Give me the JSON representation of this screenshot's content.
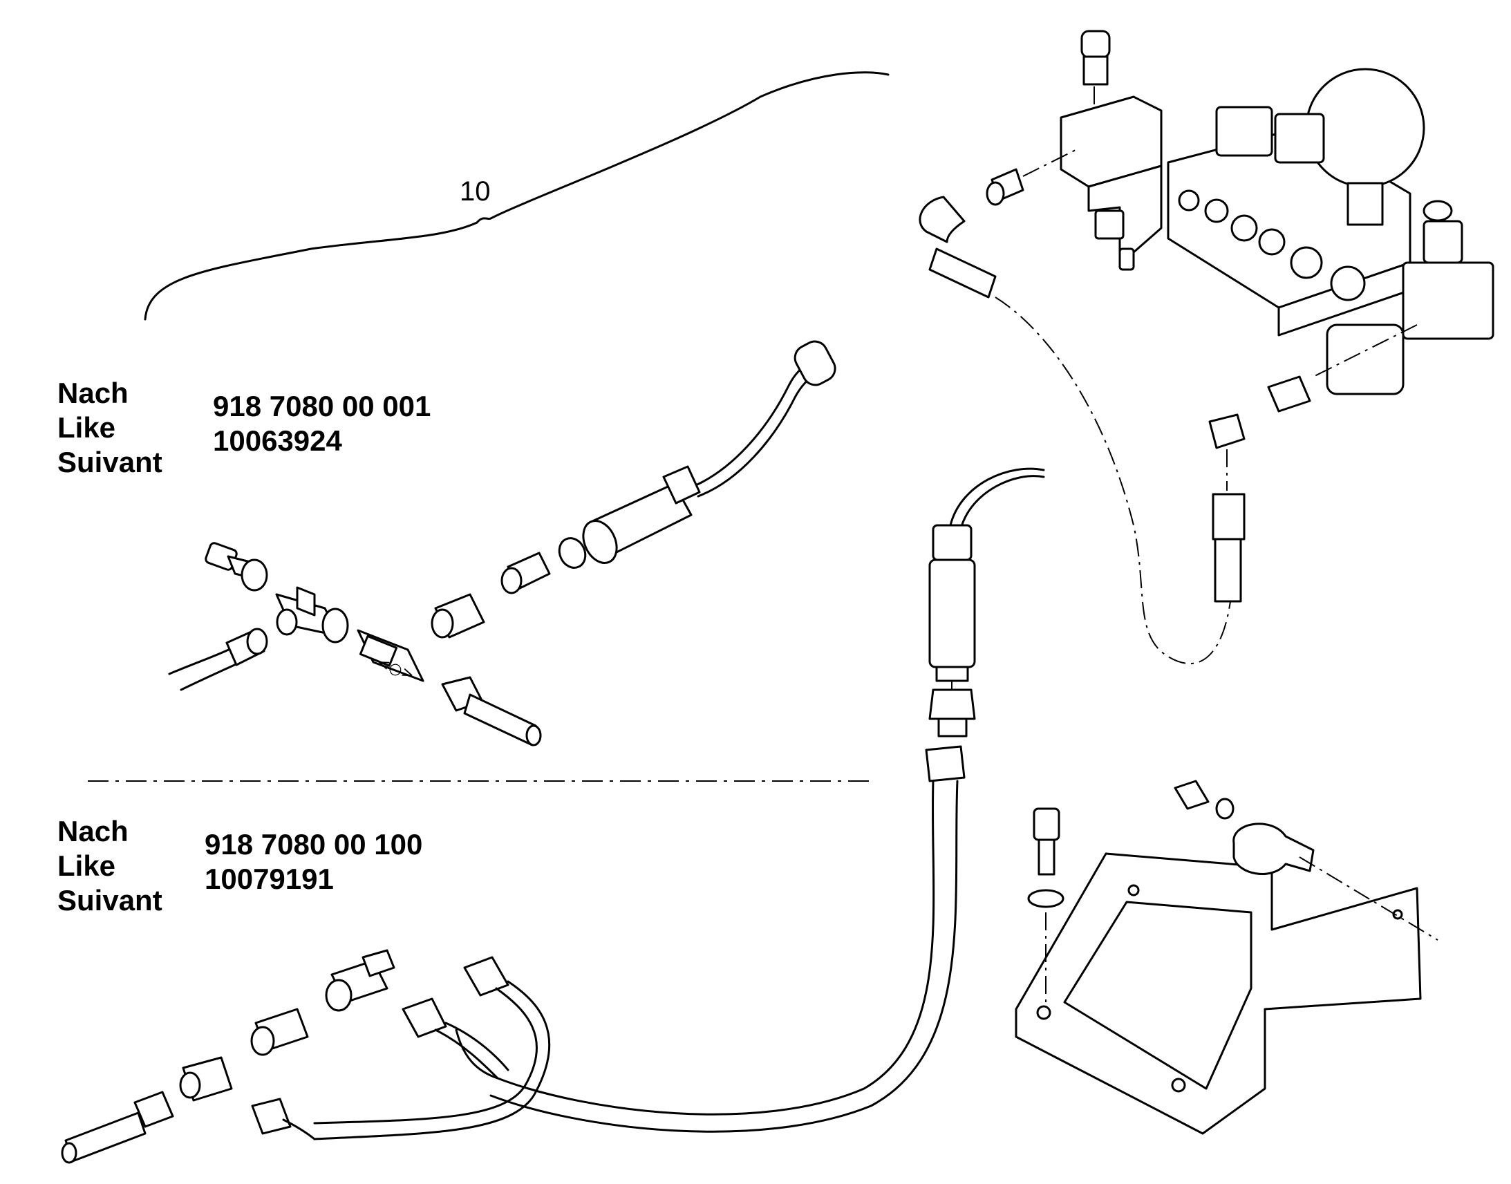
{
  "callout": {
    "number": "10"
  },
  "variants": [
    {
      "lang_lines": [
        "Nach",
        "Like",
        "Suivant"
      ],
      "part_number": "918 7080 00 001",
      "ref_number": "10063924"
    },
    {
      "lang_lines": [
        "Nach",
        "Like",
        "Suivant"
      ],
      "part_number": "918 7080 00 100",
      "ref_number": "10079191"
    }
  ]
}
